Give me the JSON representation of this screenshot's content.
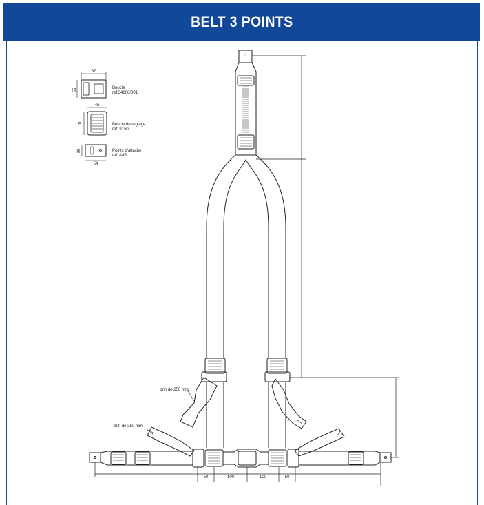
{
  "header": {
    "title": "BELT 3 POINTS",
    "background": "#12489a"
  },
  "legend": {
    "boucle": {
      "dim_width": "67",
      "dim_height": "55",
      "name": "Boucle",
      "ref": "ref:34800/001"
    },
    "boucle_reglage": {
      "dim_width": "45",
      "dim_height": "70",
      "name": "Boucle de reglage",
      "ref": "ref: 9150"
    },
    "points_attache": {
      "dim_width": "54",
      "dim_height": "36",
      "name": "Points d'attache",
      "ref": "ref: A85"
    }
  },
  "annotations": {
    "strand_upper": "brin de 250 mm",
    "strand_lower": "brin de 250 mm"
  },
  "dimensions": {
    "left_50": "50",
    "left_100": "100",
    "right_100": "100",
    "right_50": "50"
  }
}
